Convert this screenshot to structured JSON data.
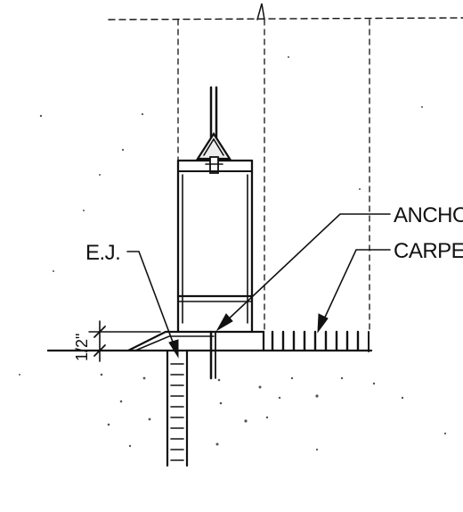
{
  "labels": {
    "anchor": "ANCHO",
    "carpet": "CARPE",
    "expansion_joint": "E.J.",
    "dimension": "1/2\""
  },
  "colors": {
    "ink": "#111111",
    "paper": "#ffffff"
  }
}
